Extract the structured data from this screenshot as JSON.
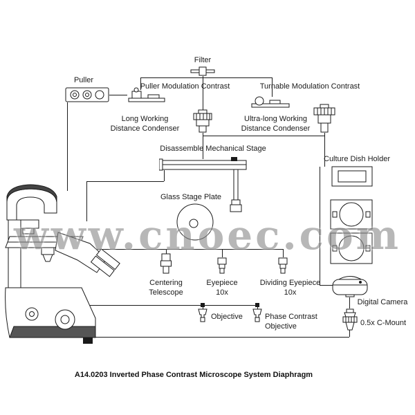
{
  "watermark": "www.cnoec.com",
  "caption": "A14.0203 Inverted Phase Contrast Microscope System Diaphragm",
  "labels": {
    "filter": "Filter",
    "puller": "Puller",
    "puller_modulation_contrast": "Puller Modulation Contrast",
    "turnable_modulation_contrast": "Turnable Modulation Contrast",
    "long_working_distance_condenser": "Long Working\nDistance Condenser",
    "ultra_long_working_distance_condenser": "Ultra-long Working\nDistance Condenser",
    "disassemble_mechanical_stage": "Disassemble Mechanical Stage",
    "culture_dish_holder": "Culture Dish Holder",
    "glass_stage_plate": "Glass Stage Plate",
    "centering_telescope": "Centering\nTelescope",
    "eyepiece_10x": "Eyepiece\n10x",
    "dividing_eyepiece_10x": "Dividing Eyepiece\n10x",
    "digital_camera": "Digital Camera",
    "objective": "Objective",
    "phase_contrast_objective": "Phase Contrast\nObjective",
    "c_mount": "0.5x C-Mount"
  },
  "colors": {
    "line": "#1a1a1a",
    "watermark_gray": "#8c8c8c"
  }
}
